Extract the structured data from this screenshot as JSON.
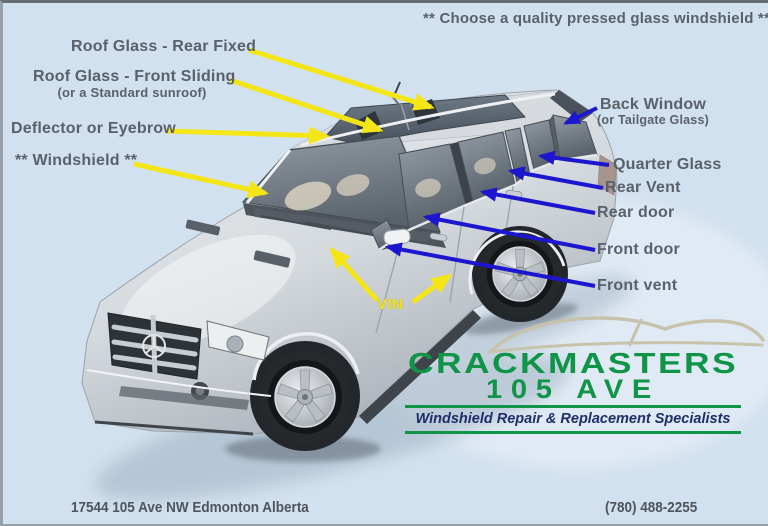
{
  "note_top": "** Choose a quality pressed glass windshield **",
  "callouts": {
    "roof_rear": "Roof Glass - Rear Fixed",
    "roof_front": "Roof Glass - Front Sliding",
    "roof_front_sub": "(or a Standard sunroof)",
    "deflector": "Deflector or Eyebrow",
    "windshield": "** Windshield **",
    "back_window": "Back Window",
    "back_window_sub": "(or Tailgate Glass)",
    "quarter_glass": "Quarter Glass",
    "rear_vent": "Rear Vent",
    "rear_door": "Rear door",
    "front_door": "Front door",
    "front_vent": "Front vent",
    "vin": "VIN"
  },
  "logo": {
    "name": "CRACKMASTERS",
    "line2": "105 AVE",
    "tagline": "Windshield Repair & Replacement Specialists"
  },
  "footer": {
    "address": "17544 105 Ave NW Edmonton Alberta",
    "phone": "(780) 488-2255"
  },
  "colors": {
    "background": "#d2e1ef",
    "label_text": "#59616a",
    "arrow_yellow": "#f4e616",
    "arrow_blue": "#1d16cf",
    "logo_green": "#0f9448",
    "tagline_navy": "#1d2e6b",
    "footer_text": "#4d545b",
    "swoosh_tan": "#c7c2ab"
  }
}
